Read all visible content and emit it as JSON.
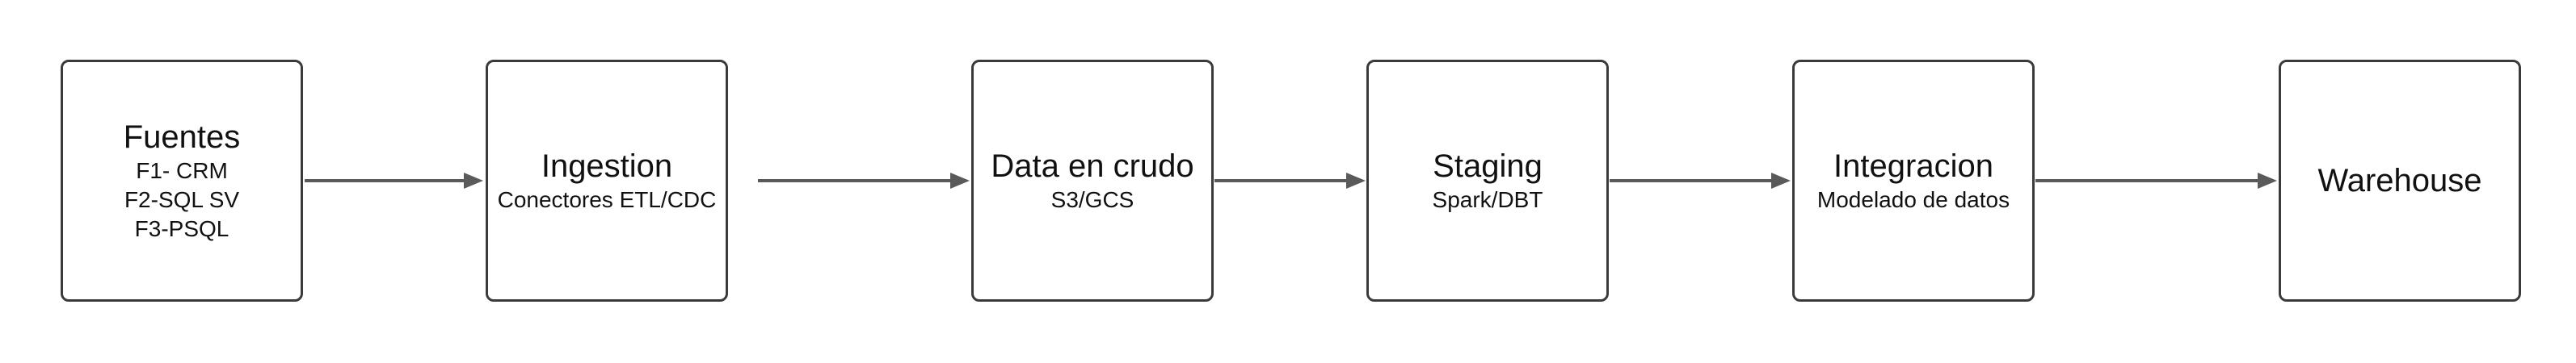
{
  "nodes": [
    {
      "title": "Fuentes",
      "subtitles": [
        "F1- CRM",
        "F2-SQL SV",
        "F3-PSQL"
      ]
    },
    {
      "title": "Ingestion",
      "subtitles": [
        "Conectores ETL/CDC"
      ]
    },
    {
      "title": "Data en crudo",
      "subtitles": [
        "S3/GCS"
      ]
    },
    {
      "title": "Staging",
      "subtitles": [
        "Spark/DBT"
      ]
    },
    {
      "title": "Integracion",
      "subtitles": [
        "Modelado de datos"
      ]
    },
    {
      "title": "Warehouse",
      "subtitles": []
    }
  ],
  "colors": {
    "border": "#3a3a3a",
    "arrow": "#5a5a5a",
    "text": "#111111",
    "background": "#ffffff"
  }
}
